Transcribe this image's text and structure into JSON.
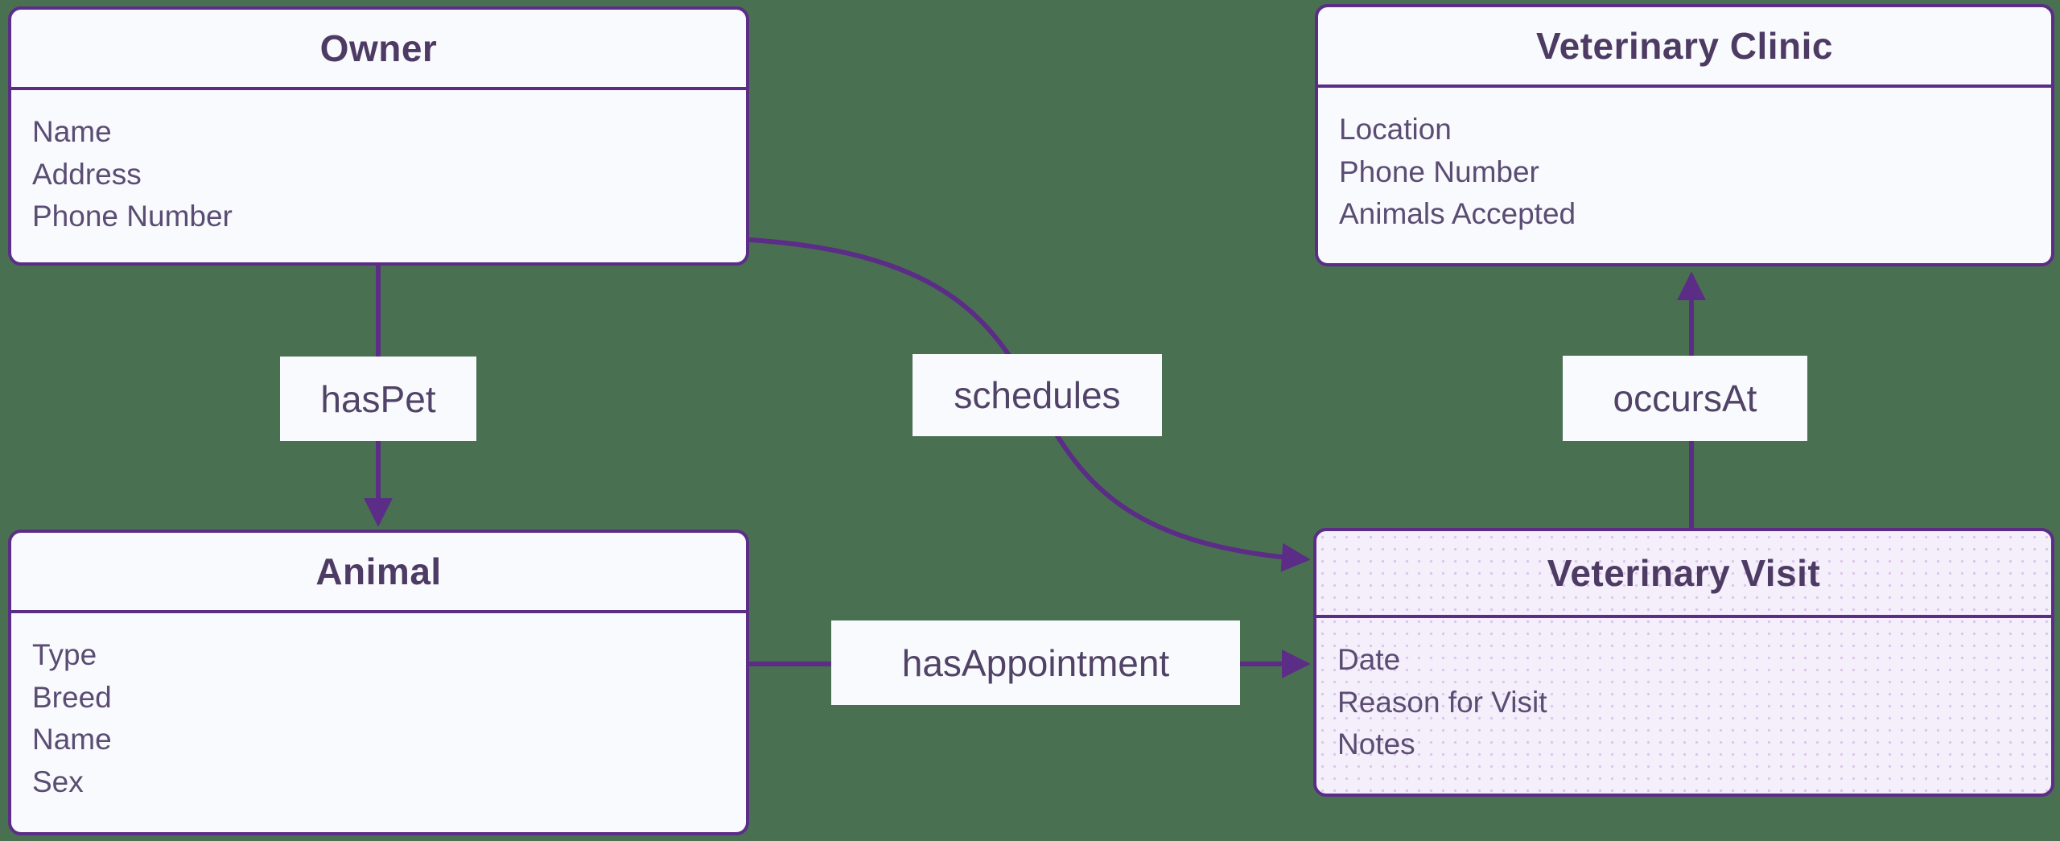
{
  "diagram_type": "entity-relationship",
  "colors": {
    "canvas_background": "#4a7052",
    "entity_fill": "#f9fafd",
    "entity_highlight_fill": "#f5effb",
    "entity_highlight_dots": "#dcc6ee",
    "entity_border": "#5b2d87",
    "connector": "#5b2d87",
    "title_text": "#4d3b64",
    "attribute_text": "#5a4c73",
    "relationship_label_text": "#514367"
  },
  "entities": {
    "owner": {
      "title": "Owner",
      "attributes": [
        "Name",
        "Address",
        "Phone Number"
      ]
    },
    "veterinary_clinic": {
      "title": "Veterinary Clinic",
      "attributes": [
        "Location",
        "Phone Number",
        "Animals Accepted"
      ]
    },
    "animal": {
      "title": "Animal",
      "attributes": [
        "Type",
        "Breed",
        "Name",
        "Sex"
      ]
    },
    "veterinary_visit": {
      "title": "Veterinary Visit",
      "attributes": [
        "Date",
        "Reason for Visit",
        "Notes"
      ]
    }
  },
  "relationships": {
    "hasPet": {
      "label": "hasPet",
      "from": "Owner",
      "to": "Animal"
    },
    "schedules": {
      "label": "schedules",
      "from": "Owner",
      "to": "Veterinary Visit"
    },
    "hasAppointment": {
      "label": "hasAppointment",
      "from": "Animal",
      "to": "Veterinary Visit"
    },
    "occursAt": {
      "label": "occursAt",
      "from": "Veterinary Visit",
      "to": "Veterinary Clinic"
    }
  }
}
